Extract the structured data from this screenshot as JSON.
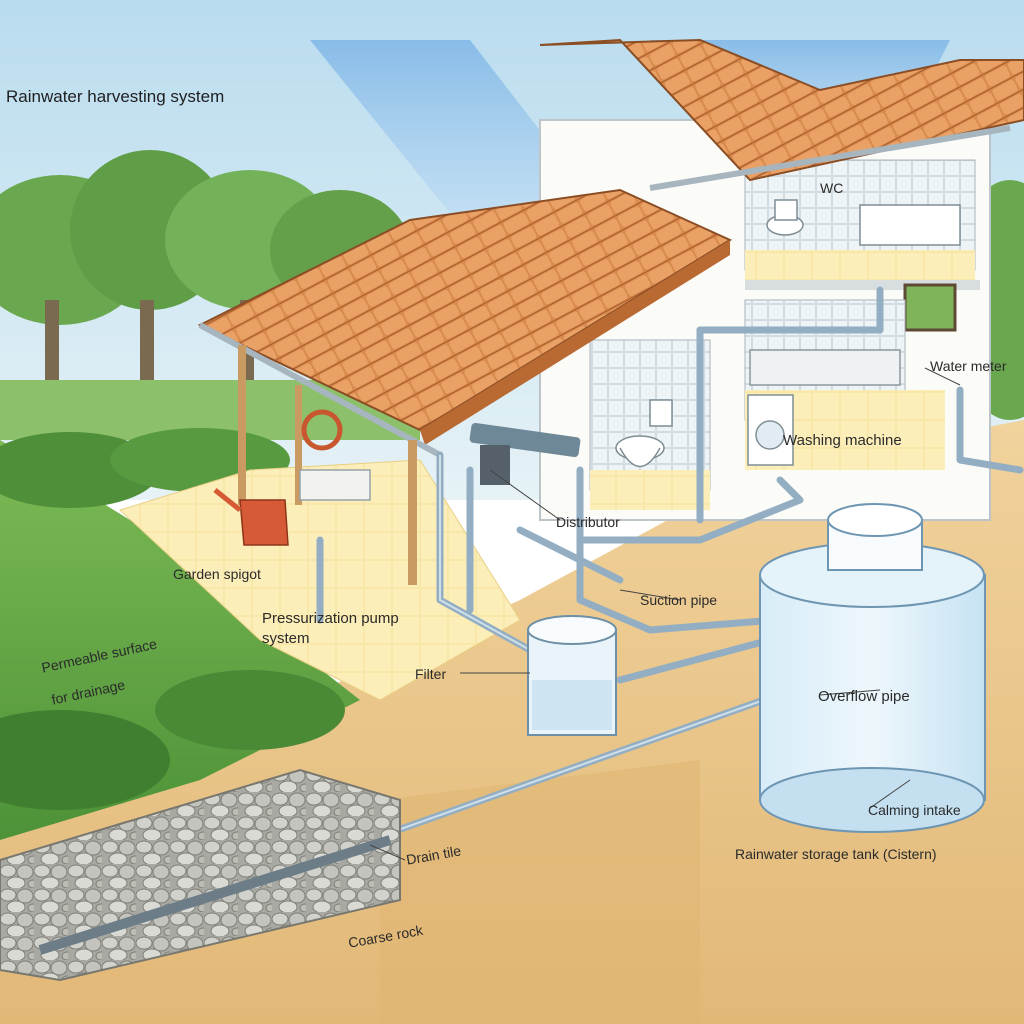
{
  "title": "Rainwater harvesting system",
  "labels": {
    "wc": "WC",
    "water_meter": "Water meter",
    "washing_machine": "Washing machine",
    "distributor": "Distributor",
    "garden_spigot": "Garden spigot",
    "suction_pipe": "Suction pipe",
    "pressurization_pump_line1": "Pressurization pump",
    "pressurization_pump_line2": "system",
    "permeable_line1": "Permeable surface",
    "permeable_line2": "for drainage",
    "filter": "Filter",
    "overflow_pipe": "Overflow pipe",
    "calming_intake": "Calming intake",
    "drain_tile": "Drain tile",
    "storage_tank": "Rainwater storage tank (Cistern)",
    "coarse_rock": "Coarse rock"
  },
  "colors": {
    "sky": "#bfe0f2",
    "grass": "#6fae4a",
    "soil": "#e8c48a",
    "roof_tile": "#d9894b",
    "wall": "#fbfbf8",
    "pipe": "#9fb7c9",
    "water": "#cde6f5",
    "rain": "#9cc9ee"
  }
}
